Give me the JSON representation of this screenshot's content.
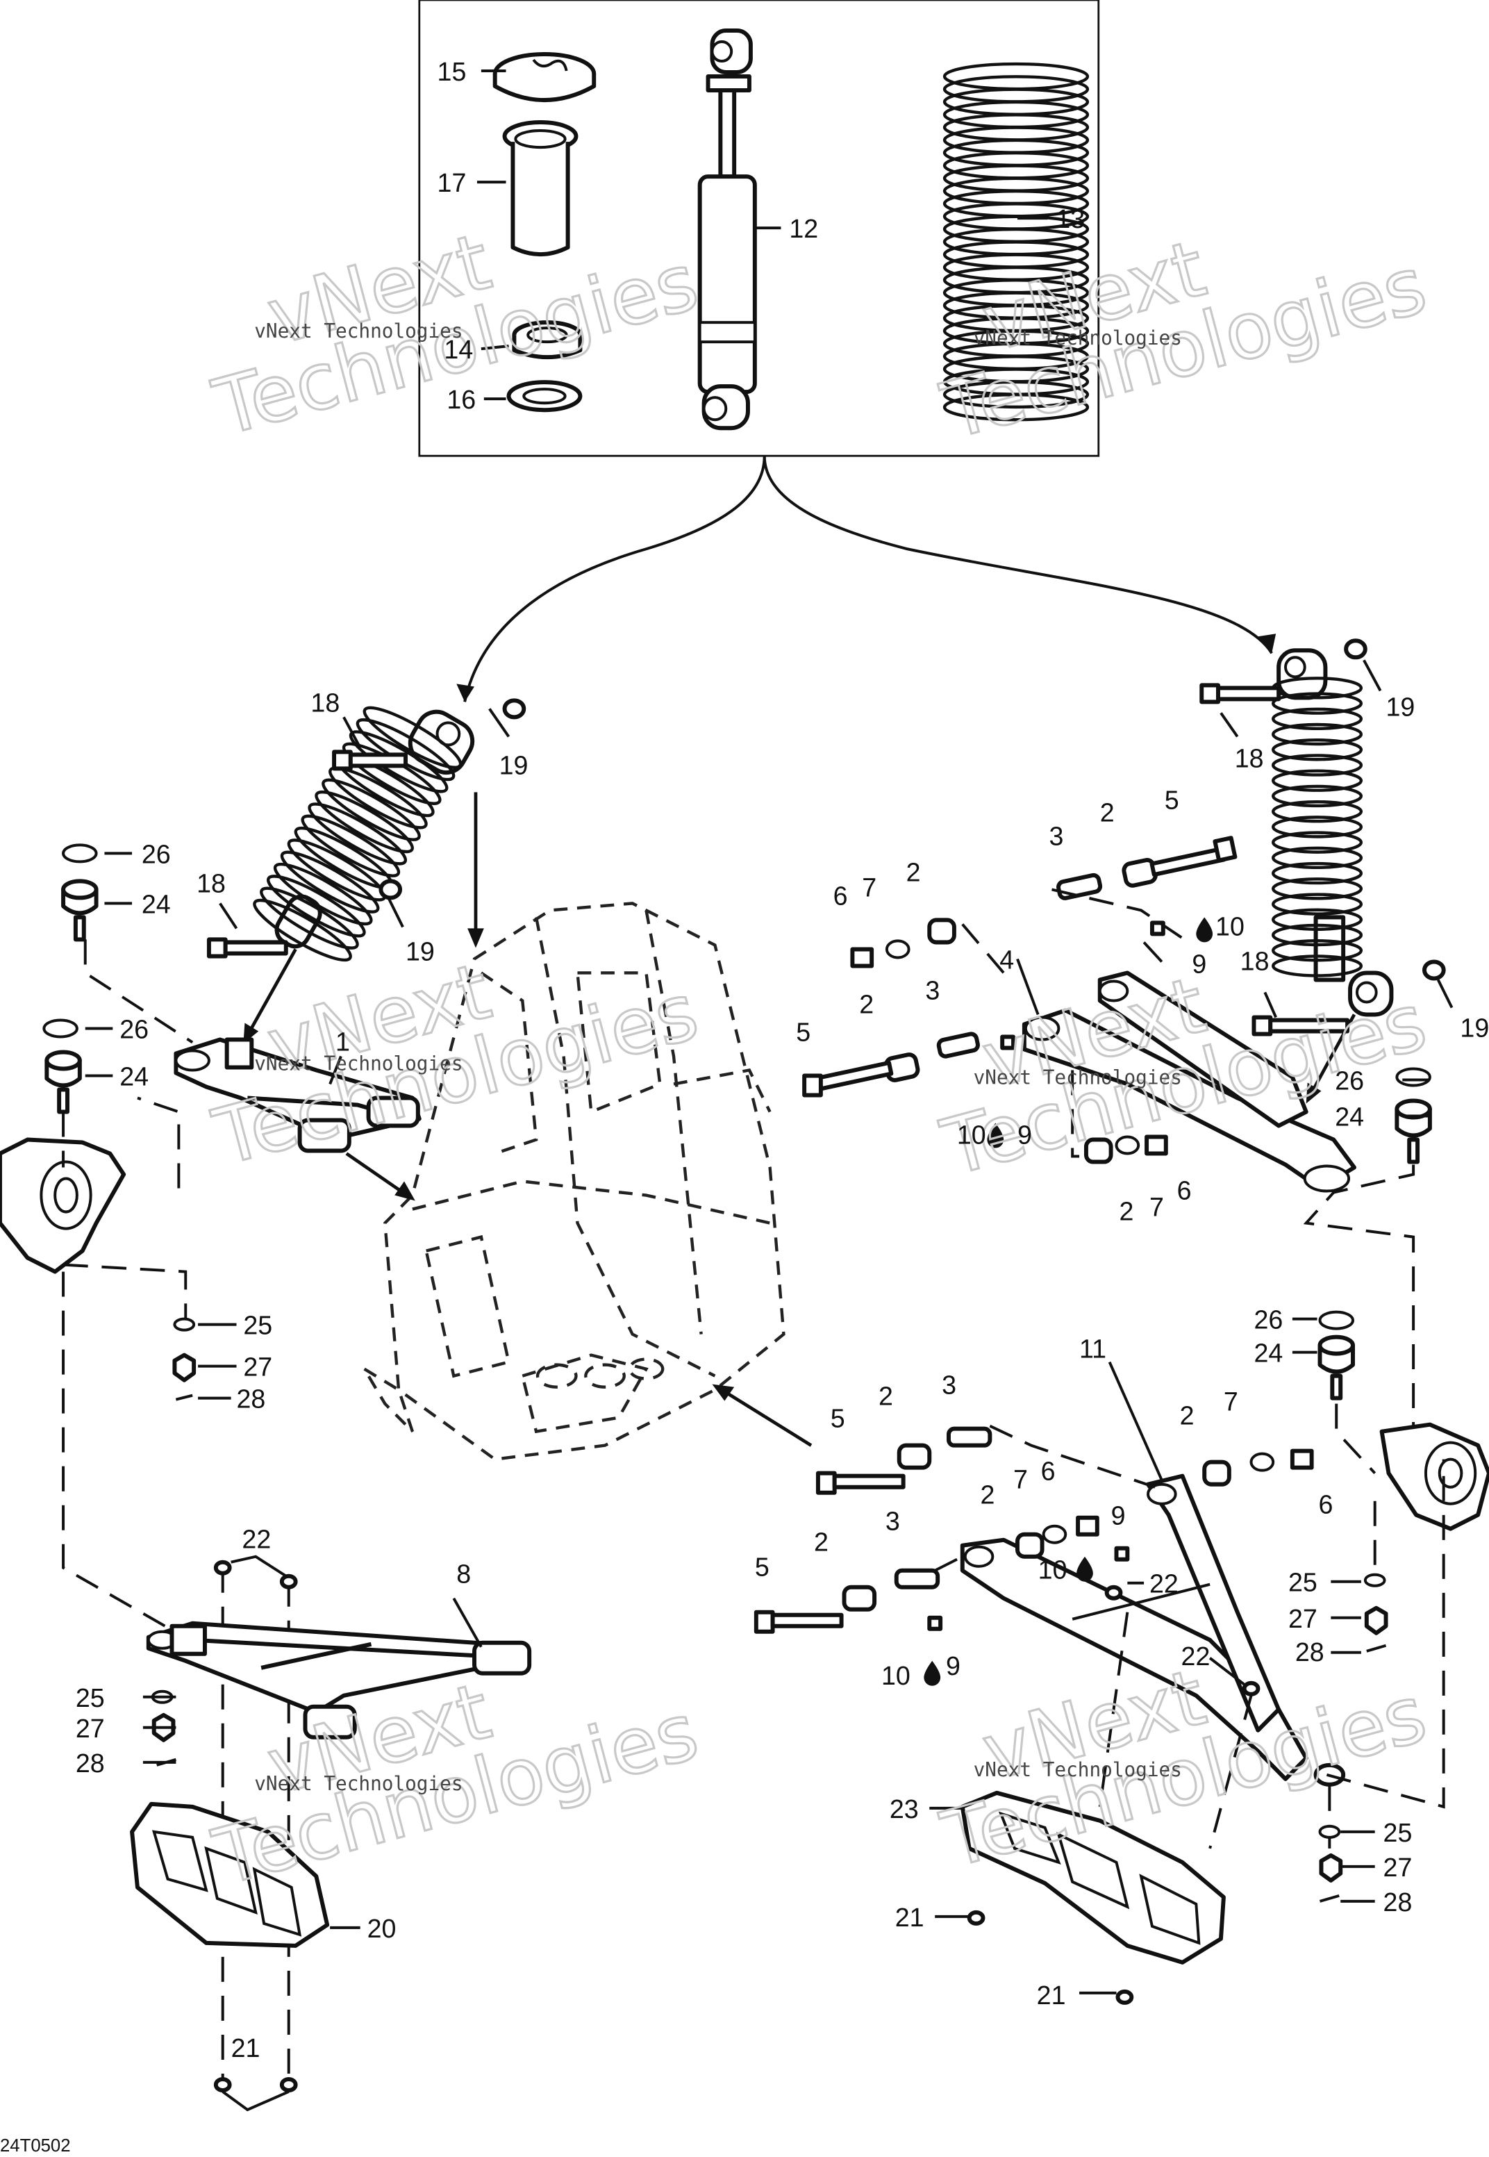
{
  "diagram": {
    "reference_code": "24T0502",
    "watermark_text": "vNext Technologies",
    "watermark_big_1": "vNext",
    "watermark_big_2": "Technologies"
  },
  "callouts": {
    "c1": "1",
    "c2a": "2",
    "c2b": "2",
    "c2c": "2",
    "c2d": "2",
    "c2e": "2",
    "c2f": "2",
    "c2g": "2",
    "c3a": "3",
    "c3b": "3",
    "c3c": "3",
    "c3d": "3",
    "c4": "4",
    "c5a": "5",
    "c5b": "5",
    "c5c": "5",
    "c5d": "5",
    "c6a": "6",
    "c6b": "6",
    "c6c": "6",
    "c6d": "6",
    "c7a": "7",
    "c7b": "7",
    "c7c": "7",
    "c7d": "7",
    "c8": "8",
    "c9a": "9",
    "c9b": "9",
    "c9c": "9",
    "c9d": "9",
    "c10a": "10",
    "c10b": "10",
    "c10c": "10",
    "c10d": "10",
    "c11": "11",
    "c12": "12",
    "c13": "13",
    "c14": "14",
    "c15": "15",
    "c16": "16",
    "c17": "17",
    "c18a": "18",
    "c18b": "18",
    "c18c": "18",
    "c18d": "18",
    "c19a": "19",
    "c19b": "19",
    "c19c": "19",
    "c19d": "19",
    "c20": "20",
    "c21a": "21",
    "c21b": "21",
    "c21c": "21",
    "c22a": "22",
    "c22b": "22",
    "c22c": "22",
    "c23": "23",
    "c24a": "24",
    "c24b": "24",
    "c24c": "24",
    "c24d": "24",
    "c25a": "25",
    "c25b": "25",
    "c25c": "25",
    "c25d": "25",
    "c26a": "26",
    "c26b": "26",
    "c26c": "26",
    "c26d": "26",
    "c27a": "27",
    "c27b": "27",
    "c27c": "27",
    "c28a": "28",
    "c28b": "28",
    "c28c": "28"
  }
}
